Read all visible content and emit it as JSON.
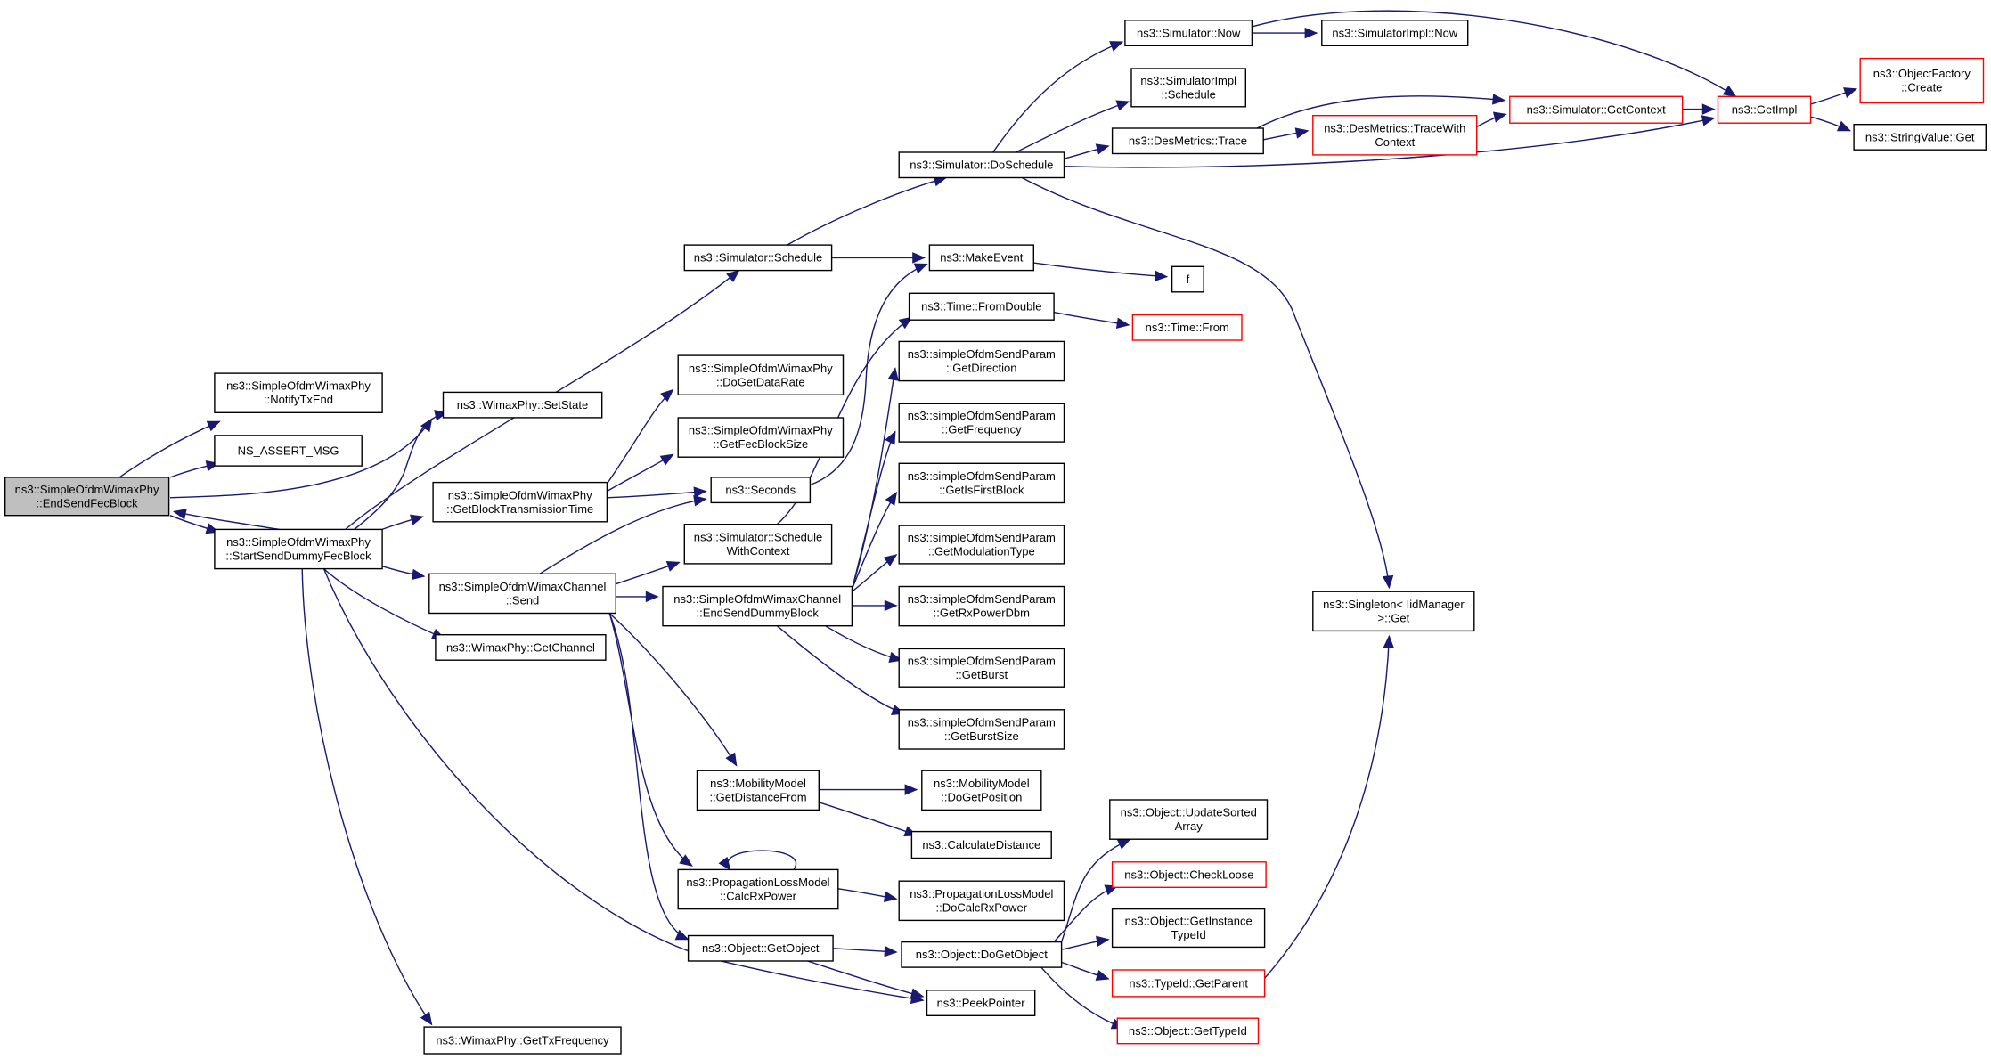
{
  "colors": {
    "edge": "#191970",
    "truncated_border": "#ff0000",
    "node_border": "#000000",
    "focus_fill": "#bfbfbf"
  },
  "nodes": [
    {
      "id": "endsend",
      "lines": [
        "ns3::SimpleOfdmWimaxPhy",
        "::EndSendFecBlock"
      ],
      "focus": true
    },
    {
      "id": "notifytx",
      "lines": [
        "ns3::SimpleOfdmWimaxPhy",
        "::NotifyTxEnd"
      ]
    },
    {
      "id": "nsassert",
      "lines": [
        "NS_ASSERT_MSG"
      ]
    },
    {
      "id": "startsend",
      "lines": [
        "ns3::SimpleOfdmWimaxPhy",
        "::StartSendDummyFecBlock"
      ]
    },
    {
      "id": "setstate",
      "lines": [
        "ns3::WimaxPhy::SetState"
      ]
    },
    {
      "id": "getblock",
      "lines": [
        "ns3::SimpleOfdmWimaxPhy",
        "::GetBlockTransmissionTime"
      ]
    },
    {
      "id": "chsend",
      "lines": [
        "ns3::SimpleOfdmWimaxChannel",
        "::Send"
      ]
    },
    {
      "id": "getchannel",
      "lines": [
        "ns3::WimaxPhy::GetChannel"
      ]
    },
    {
      "id": "gettxfreq",
      "lines": [
        "ns3::WimaxPhy::GetTxFrequency"
      ]
    },
    {
      "id": "schedule",
      "lines": [
        "ns3::Simulator::Schedule"
      ]
    },
    {
      "id": "dogetdatarate",
      "lines": [
        "ns3::SimpleOfdmWimaxPhy",
        "::DoGetDataRate"
      ]
    },
    {
      "id": "getfecblocksize",
      "lines": [
        "ns3::SimpleOfdmWimaxPhy",
        "::GetFecBlockSize"
      ]
    },
    {
      "id": "seconds",
      "lines": [
        "ns3::Seconds"
      ]
    },
    {
      "id": "schedwithctx",
      "lines": [
        "ns3::Simulator::Schedule",
        "WithContext"
      ]
    },
    {
      "id": "endsenddummy",
      "lines": [
        "ns3::SimpleOfdmWimaxChannel",
        "::EndSendDummyBlock"
      ]
    },
    {
      "id": "getdistfrom",
      "lines": [
        "ns3::MobilityModel",
        "::GetDistanceFrom"
      ]
    },
    {
      "id": "calcrxpower",
      "lines": [
        "ns3::PropagationLossModel",
        "::CalcRxPower"
      ]
    },
    {
      "id": "getobject",
      "lines": [
        "ns3::Object::GetObject"
      ]
    },
    {
      "id": "doschedule",
      "lines": [
        "ns3::Simulator::DoSchedule"
      ]
    },
    {
      "id": "makeevent",
      "lines": [
        "ns3::MakeEvent"
      ]
    },
    {
      "id": "fromdouble",
      "lines": [
        "ns3::Time::FromDouble"
      ]
    },
    {
      "id": "getdirection",
      "lines": [
        "ns3::simpleOfdmSendParam",
        "::GetDirection"
      ]
    },
    {
      "id": "getfrequency",
      "lines": [
        "ns3::simpleOfdmSendParam",
        "::GetFrequency"
      ]
    },
    {
      "id": "getisfirst",
      "lines": [
        "ns3::simpleOfdmSendParam",
        "::GetIsFirstBlock"
      ]
    },
    {
      "id": "getmodtype",
      "lines": [
        "ns3::simpleOfdmSendParam",
        "::GetModulationType"
      ]
    },
    {
      "id": "getrxpower",
      "lines": [
        "ns3::simpleOfdmSendParam",
        "::GetRxPowerDbm"
      ]
    },
    {
      "id": "getburst",
      "lines": [
        "ns3::simpleOfdmSendParam",
        "::GetBurst"
      ]
    },
    {
      "id": "getburstsize",
      "lines": [
        "ns3::simpleOfdmSendParam",
        "::GetBurstSize"
      ]
    },
    {
      "id": "dogetposition",
      "lines": [
        "ns3::MobilityModel",
        "::DoGetPosition"
      ]
    },
    {
      "id": "calcdistance",
      "lines": [
        "ns3::CalculateDistance"
      ]
    },
    {
      "id": "docalcrx",
      "lines": [
        "ns3::PropagationLossModel",
        "::DoCalcRxPower"
      ]
    },
    {
      "id": "dogetobject",
      "lines": [
        "ns3::Object::DoGetObject"
      ]
    },
    {
      "id": "peekpointer",
      "lines": [
        "ns3::PeekPointer"
      ]
    },
    {
      "id": "simnow",
      "lines": [
        "ns3::Simulator::Now"
      ]
    },
    {
      "id": "simimplsched",
      "lines": [
        "ns3::SimulatorImpl",
        "::Schedule"
      ]
    },
    {
      "id": "desmetrics",
      "lines": [
        "ns3::DesMetrics::Trace"
      ]
    },
    {
      "id": "f",
      "lines": [
        "f"
      ]
    },
    {
      "id": "timefrom",
      "lines": [
        "ns3::Time::From"
      ],
      "truncated": true
    },
    {
      "id": "updatesorted",
      "lines": [
        "ns3::Object::UpdateSorted",
        "Array"
      ]
    },
    {
      "id": "checkloose",
      "lines": [
        "ns3::Object::CheckLoose"
      ],
      "truncated": true
    },
    {
      "id": "getinstance",
      "lines": [
        "ns3::Object::GetInstance",
        "TypeId"
      ]
    },
    {
      "id": "typeidparent",
      "lines": [
        "ns3::TypeId::GetParent"
      ],
      "truncated": true
    },
    {
      "id": "objgettypeid",
      "lines": [
        "ns3::Object::GetTypeId"
      ],
      "truncated": true
    },
    {
      "id": "simimplnow",
      "lines": [
        "ns3::SimulatorImpl::Now"
      ]
    },
    {
      "id": "tracewithctx",
      "lines": [
        "ns3::DesMetrics::TraceWith",
        "Context"
      ],
      "truncated": true
    },
    {
      "id": "getcontext",
      "lines": [
        "ns3::Simulator::GetContext"
      ],
      "truncated": true
    },
    {
      "id": "singleton",
      "lines": [
        "ns3::Singleton< IidManager",
        ">::Get"
      ]
    },
    {
      "id": "getimpl",
      "lines": [
        "ns3::GetImpl"
      ],
      "truncated": true
    },
    {
      "id": "objfactory",
      "lines": [
        "ns3::ObjectFactory",
        "::Create"
      ],
      "truncated": true
    },
    {
      "id": "strvalueget",
      "lines": [
        "ns3::StringValue::Get"
      ]
    }
  ]
}
